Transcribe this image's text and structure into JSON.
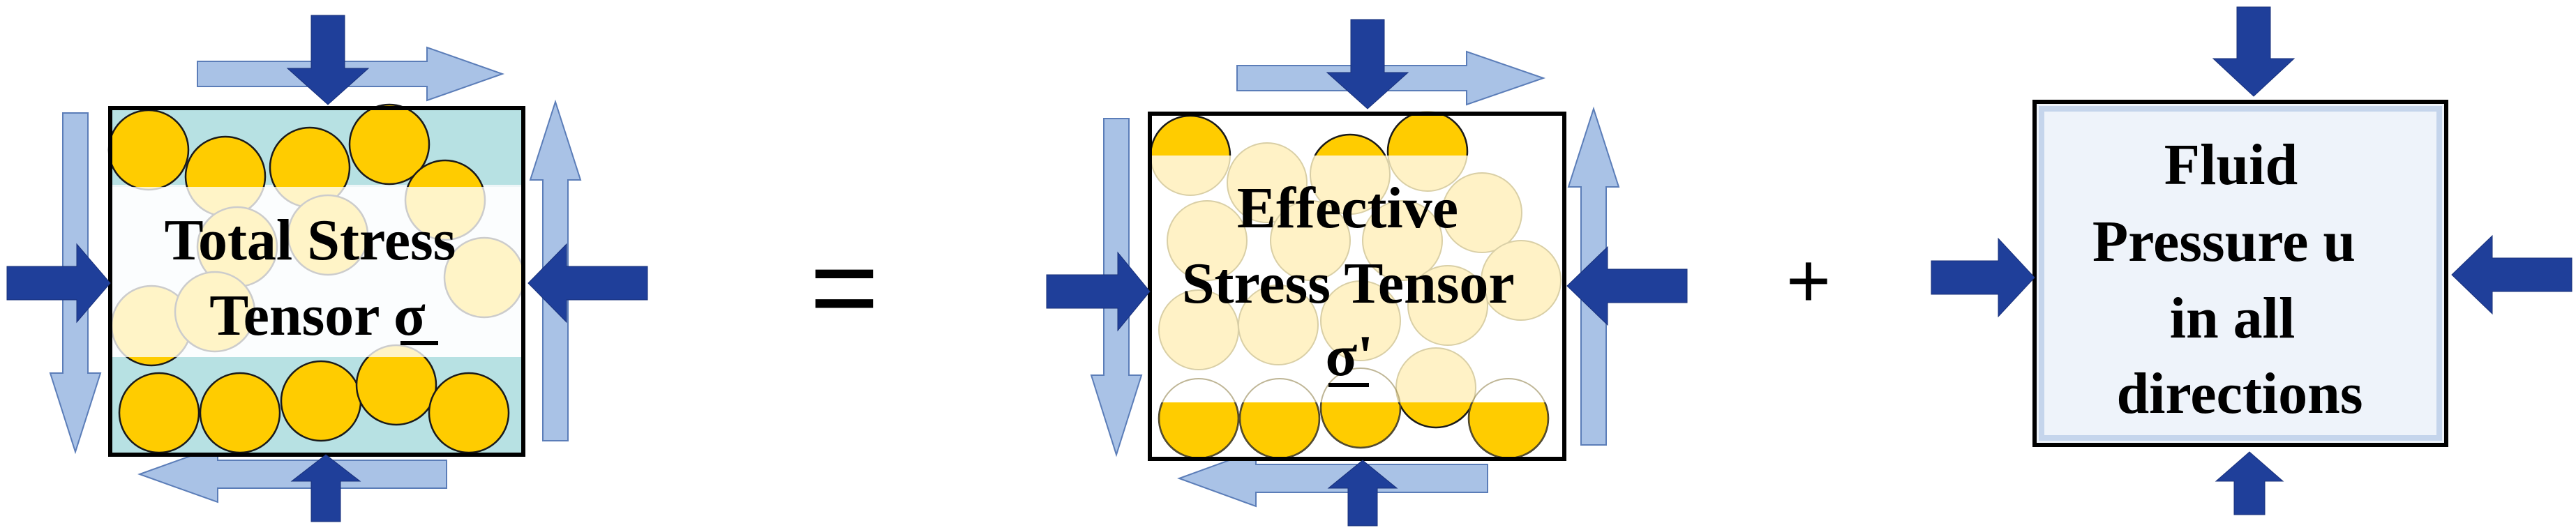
{
  "colors": {
    "grain": "#FFCC00",
    "grain_faded": "#FFF2C6",
    "teal_band": "#B7E1E3",
    "pale_band": "#EEF6F8",
    "shear_arrow": "#A9C2E6",
    "normal_arrow": "#1F3F9A",
    "fluid_fill": "#EEF3FA",
    "outline": "#000000"
  },
  "panels": {
    "total": {
      "label_lines": [
        "Total Stress",
        "Tensor σ"
      ]
    },
    "effective": {
      "label_lines": [
        "Effective",
        "Stress Tensor",
        "σ'"
      ]
    },
    "fluid": {
      "label_lines": [
        "Fluid",
        "Pressure u",
        "in all",
        "directions"
      ]
    }
  },
  "operators": {
    "equals": "=",
    "plus": "+"
  }
}
